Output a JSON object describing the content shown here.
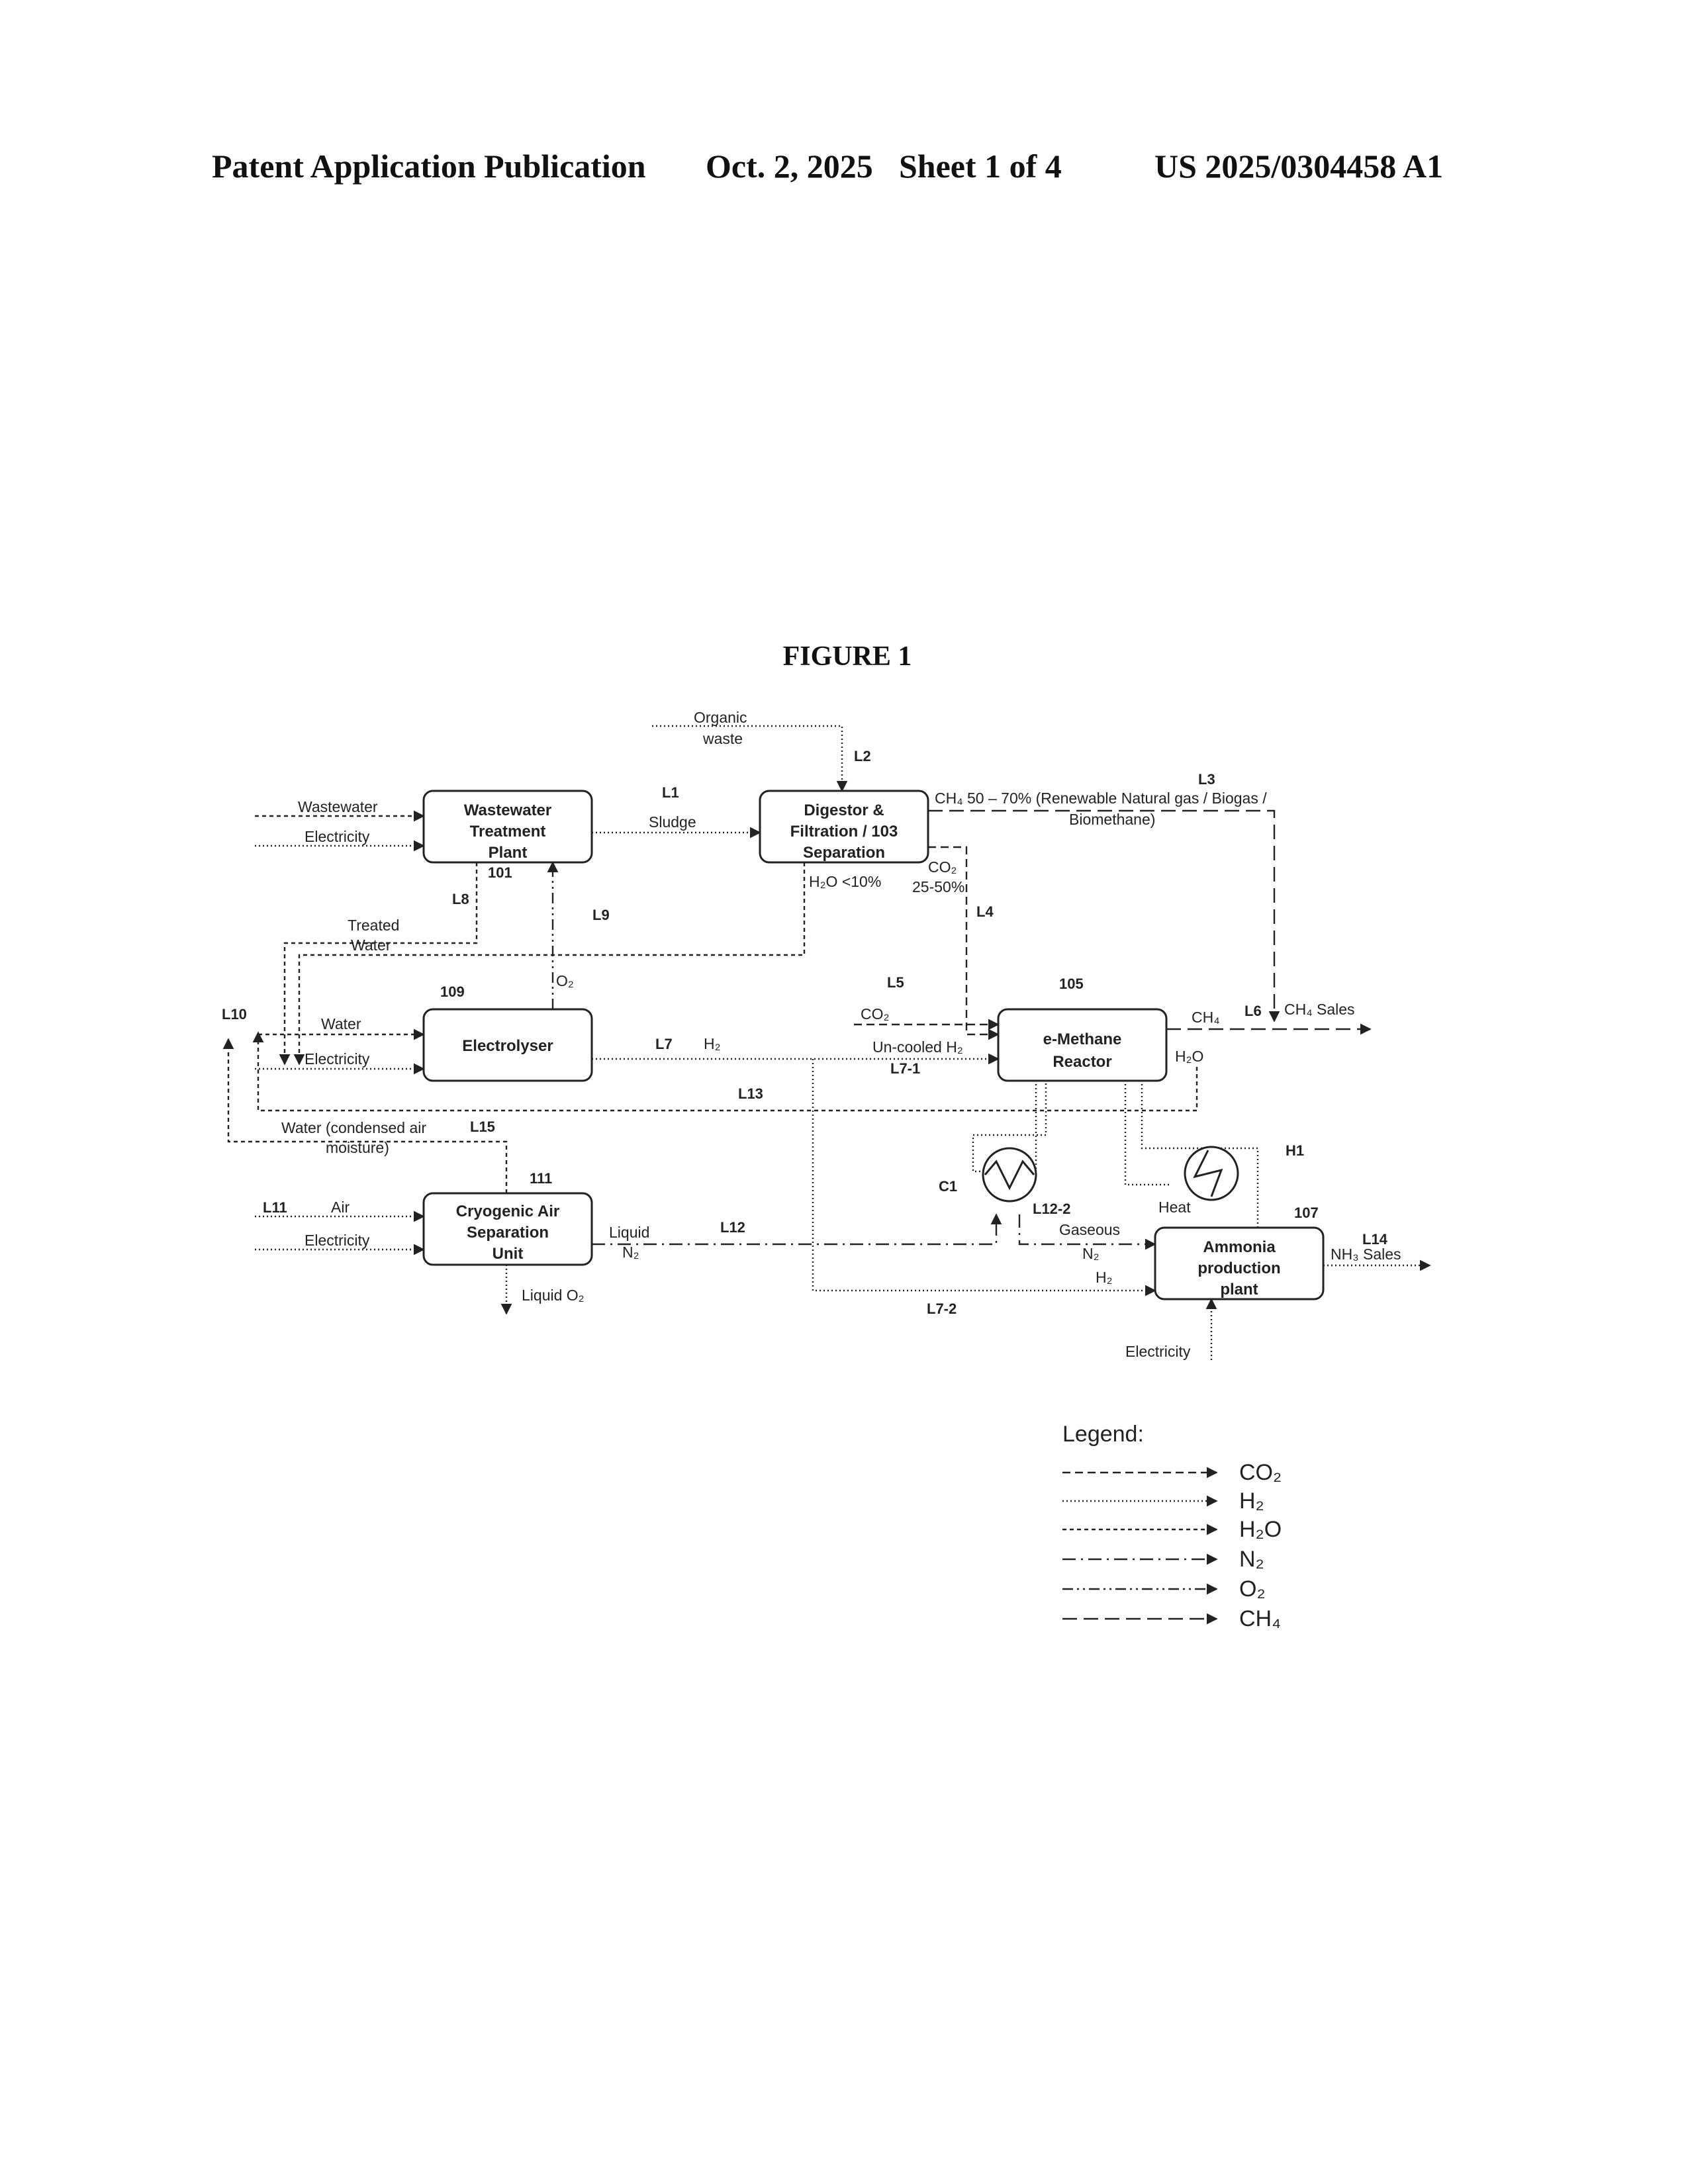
{
  "header": {
    "publication": "Patent Application Publication",
    "date": "Oct. 2, 2025",
    "sheet": "Sheet 1 of 4",
    "number": "US 2025/0304458 A1"
  },
  "figure_title": "FIGURE 1",
  "units": {
    "wwtp": {
      "line1": "Wastewater",
      "line2": "Treatment",
      "line3": "Plant",
      "id": "101"
    },
    "digestor": {
      "line1": "Digestor &",
      "line2": "Filtration / 103",
      "line3": "Separation"
    },
    "electrolyser": {
      "line1": "Electrolyser",
      "id": "109"
    },
    "methane_reactor": {
      "line1": "e-Methane",
      "line2": "Reactor",
      "id": "105"
    },
    "asu": {
      "line1": "Cryogenic Air",
      "line2": "Separation",
      "line3": "Unit",
      "id": "111"
    },
    "ammonia": {
      "line1": "Ammonia",
      "line2": "production",
      "line3": "plant",
      "id": "107"
    }
  },
  "exchangers": {
    "c1": "C1",
    "h1": "H1"
  },
  "streams": {
    "wastewater": "Wastewater",
    "electricity": "Electricity",
    "organic_waste_1": "Organic",
    "organic_waste_2": "waste",
    "sludge": "Sludge",
    "ch4_biogas_1": "CH₄ 50 – 70% (Renewable Natural gas / Biogas /",
    "ch4_biogas_2": "Biomethane)",
    "h2o_pct": "H₂O <10%",
    "co2_label": "CO₂",
    "co2_pct": "25-50%",
    "treated_water_1": "Treated",
    "treated_water_2": "Water",
    "o2": "O₂",
    "water": "Water",
    "h2": "H₂",
    "co2": "CO₂",
    "uncooled_h2": "Un-cooled H₂",
    "ch4": "CH₄",
    "ch4_sales": "CH₄ Sales",
    "h2o": "H₂O",
    "water_condensed_1": "Water (condensed air",
    "water_condensed_2": "moisture)",
    "air": "Air",
    "liquid_1": "Liquid",
    "liquid_2": "N₂",
    "liquid_o2": "Liquid O₂",
    "gaseous": "Gaseous",
    "n2": "N₂",
    "heat": "Heat",
    "nh3_sales": "NH₃ Sales"
  },
  "line_codes": {
    "L1": "L1",
    "L2": "L2",
    "L3": "L3",
    "L4": "L4",
    "L5": "L5",
    "L6": "L6",
    "L7": "L7",
    "L7_1": "L7-1",
    "L7_2": "L7-2",
    "L8": "L8",
    "L9": "L9",
    "L10": "L10",
    "L11": "L11",
    "L12": "L12",
    "L12_2": "L12-2",
    "L13": "L13",
    "L14": "L14",
    "L15": "L15"
  },
  "legend": {
    "title": "Legend:",
    "items": [
      "CO₂",
      "H₂",
      "H₂O",
      "N₂",
      "O₂",
      "CH₄"
    ]
  }
}
